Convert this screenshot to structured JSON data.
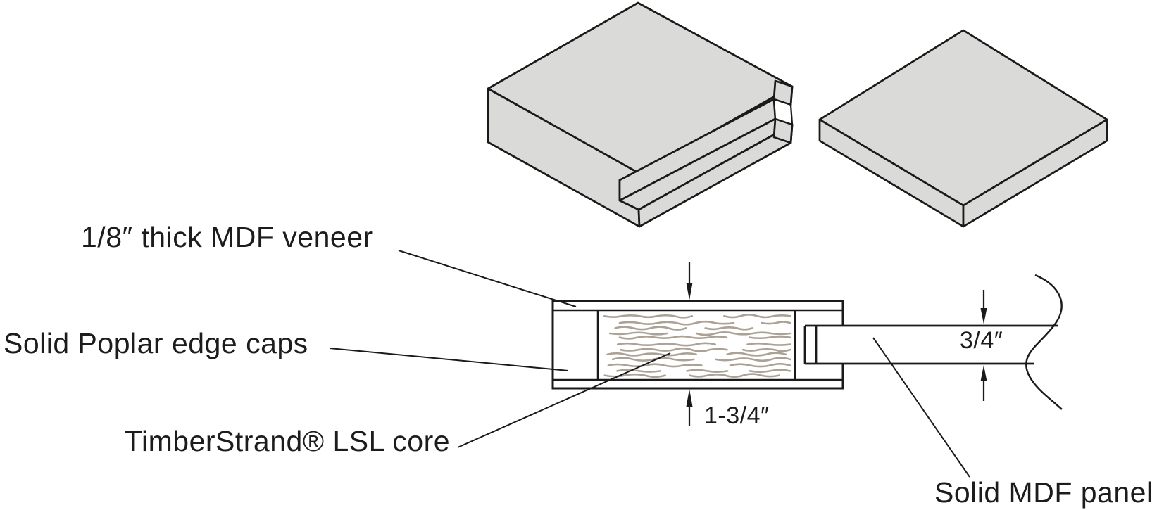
{
  "diagram": {
    "title_semantics": "Door edge and panel construction detail",
    "labels": {
      "veneer": "1/8″ thick MDF veneer",
      "edge_caps": "Solid Poplar edge caps",
      "core": "TimberStrand® LSL core",
      "panel": "Solid MDF panel"
    },
    "dimensions": {
      "door_thickness": "1-3/4″",
      "panel_thickness": "3/4″"
    },
    "colors": {
      "background": "#ffffff",
      "slab_fill": "#dadad8",
      "outline": "#1a1a1a",
      "grain_stroke": "#aba295"
    }
  }
}
